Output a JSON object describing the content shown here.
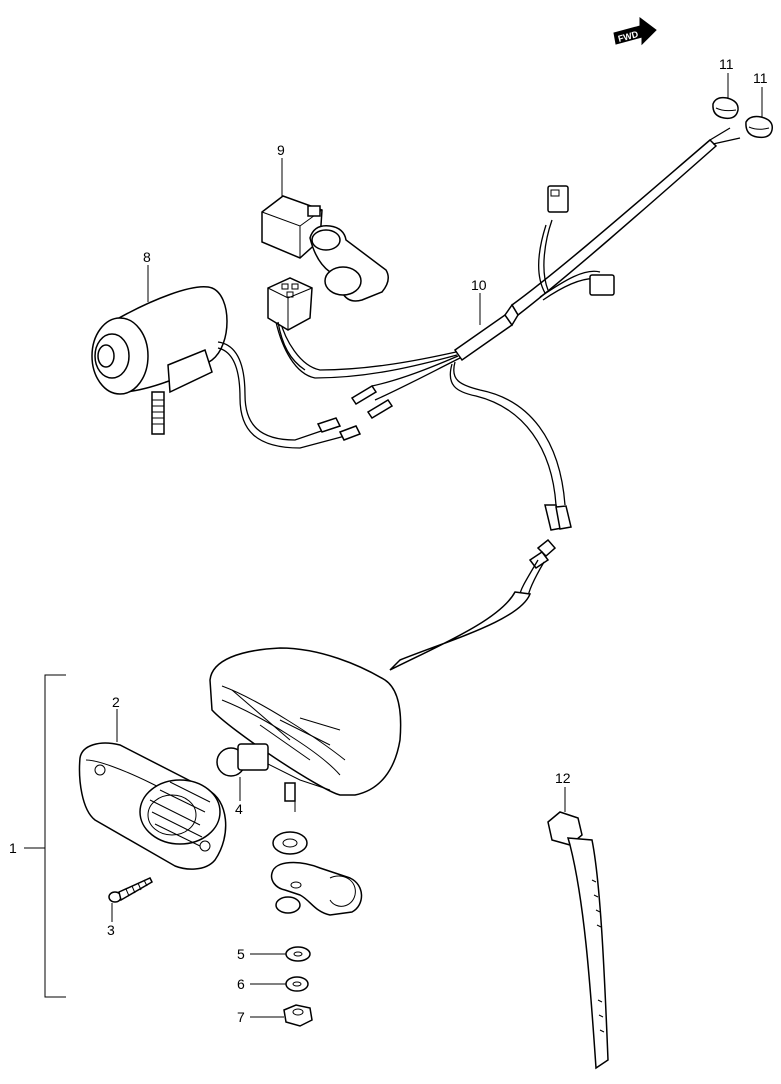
{
  "direction_badge": {
    "label": "FWD"
  },
  "callouts": [
    {
      "id": "1",
      "name": "assembly"
    },
    {
      "id": "2",
      "name": "lens"
    },
    {
      "id": "3",
      "name": "screw"
    },
    {
      "id": "4",
      "name": "bulb"
    },
    {
      "id": "5",
      "name": "washer-5"
    },
    {
      "id": "6",
      "name": "washer-6"
    },
    {
      "id": "7",
      "name": "nut"
    },
    {
      "id": "8",
      "name": "lamp"
    },
    {
      "id": "9",
      "name": "relay-bracket"
    },
    {
      "id": "10",
      "name": "harness"
    },
    {
      "id": "11a",
      "name": "cap-left",
      "label": "11"
    },
    {
      "id": "11b",
      "name": "cap-right",
      "label": "11"
    },
    {
      "id": "12",
      "name": "cable-tie"
    }
  ],
  "labels": {
    "n1": "1",
    "n2": "2",
    "n3": "3",
    "n4": "4",
    "n5": "5",
    "n6": "6",
    "n7": "7",
    "n8": "8",
    "n9": "9",
    "n10": "10",
    "n11a": "11",
    "n11b": "11",
    "n12": "12"
  },
  "colors": {
    "line": "#000000",
    "background": "#ffffff"
  }
}
